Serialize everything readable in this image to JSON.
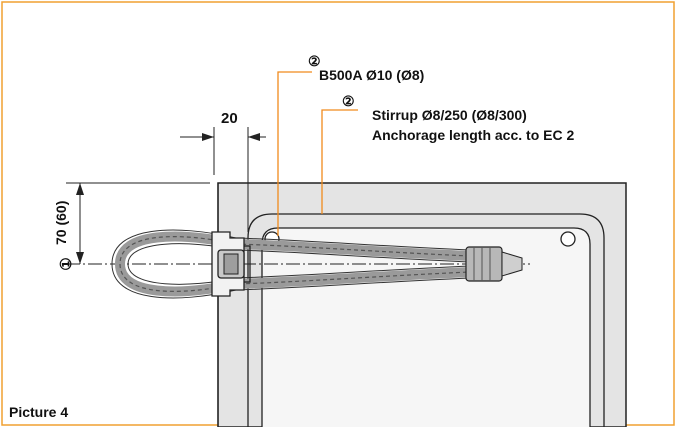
{
  "caption": "Picture 4",
  "labels": {
    "dim_width": "20",
    "dim_height": "70 (60)",
    "marker_1": "①",
    "marker_2a": "②",
    "marker_2b": "②",
    "b500a": "B500A Ø10 (Ø8)",
    "stirrup": "Stirrup Ø8/250 (Ø8/300)",
    "anchorage": "Anchorage length acc. to EC 2"
  },
  "colors": {
    "frame": "#f0a030",
    "leader": "#f08a1c",
    "concrete": "#dedede",
    "line": "#222222"
  }
}
